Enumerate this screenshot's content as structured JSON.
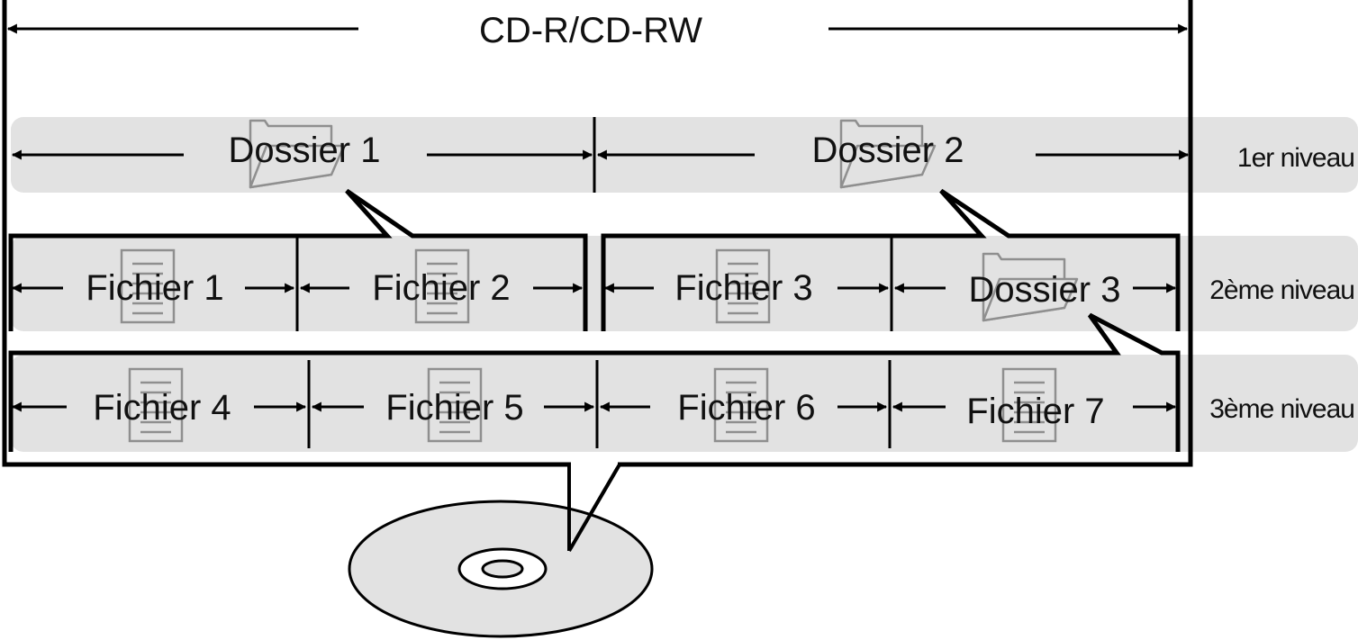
{
  "title": "CD-R/CD-RW",
  "levels": [
    "1er niveau",
    "2ème niveau",
    "3ème niveau"
  ],
  "level1": [
    {
      "label": "Dossier 1",
      "icon": "folder-icon"
    },
    {
      "label": "Dossier 2",
      "icon": "folder-icon"
    }
  ],
  "level2": [
    {
      "label": "Fichier 1",
      "icon": "document-icon"
    },
    {
      "label": "Fichier 2",
      "icon": "document-icon"
    },
    {
      "label": "Fichier 3",
      "icon": "document-icon"
    },
    {
      "label": "Dossier 3",
      "icon": "folder-icon"
    }
  ],
  "level3": [
    {
      "label": "Fichier 4",
      "icon": "document-icon"
    },
    {
      "label": "Fichier 5",
      "icon": "document-icon"
    },
    {
      "label": "Fichier 6",
      "icon": "document-icon"
    },
    {
      "label": "Fichier 7",
      "icon": "document-icon"
    }
  ],
  "disc_icon": "cd-disc-icon",
  "colors": {
    "band": "#e2e2e2",
    "icon": "#8f8f8f",
    "line": "#000000"
  }
}
